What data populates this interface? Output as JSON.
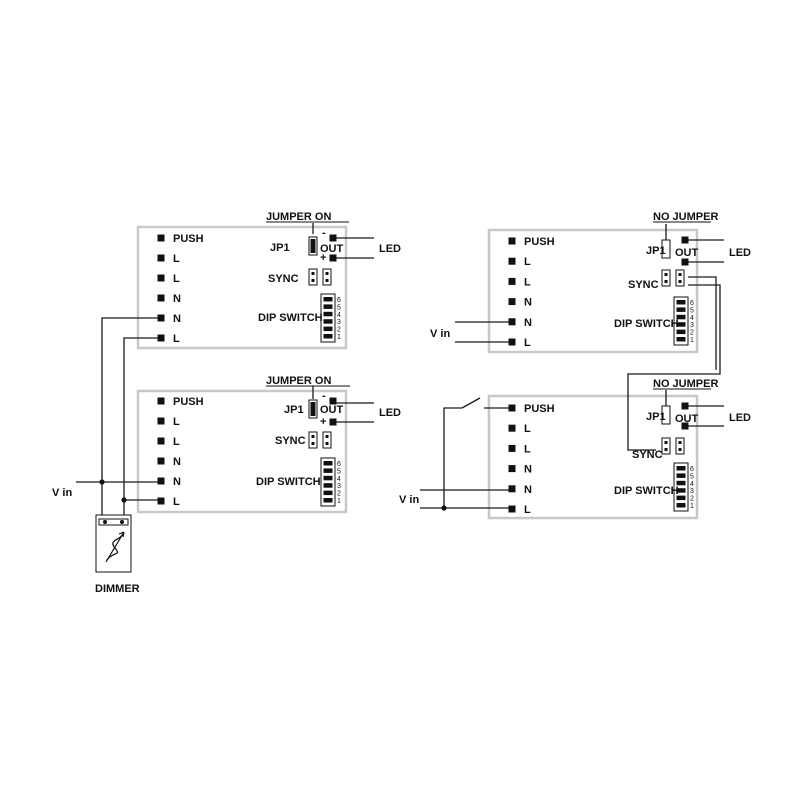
{
  "labels": {
    "push": "PUSH",
    "l": "L",
    "n": "N",
    "jp1": "JP1",
    "out": "OUT",
    "minus": "-",
    "plus": "+",
    "sync": "SYNC",
    "dip_switch": "DIP SWITCH",
    "led": "LED",
    "jumper_on": "JUMPER ON",
    "no_jumper": "NO JUMPER",
    "vin": "V in",
    "dimmer": "DIMMER"
  },
  "dip_numbers": [
    "6",
    "5",
    "4",
    "3",
    "2",
    "1"
  ],
  "terminal_order": [
    "PUSH",
    "L",
    "L",
    "N",
    "N",
    "L"
  ],
  "colors": {
    "ink": "#111111",
    "box_border": "#c8c8c8"
  }
}
